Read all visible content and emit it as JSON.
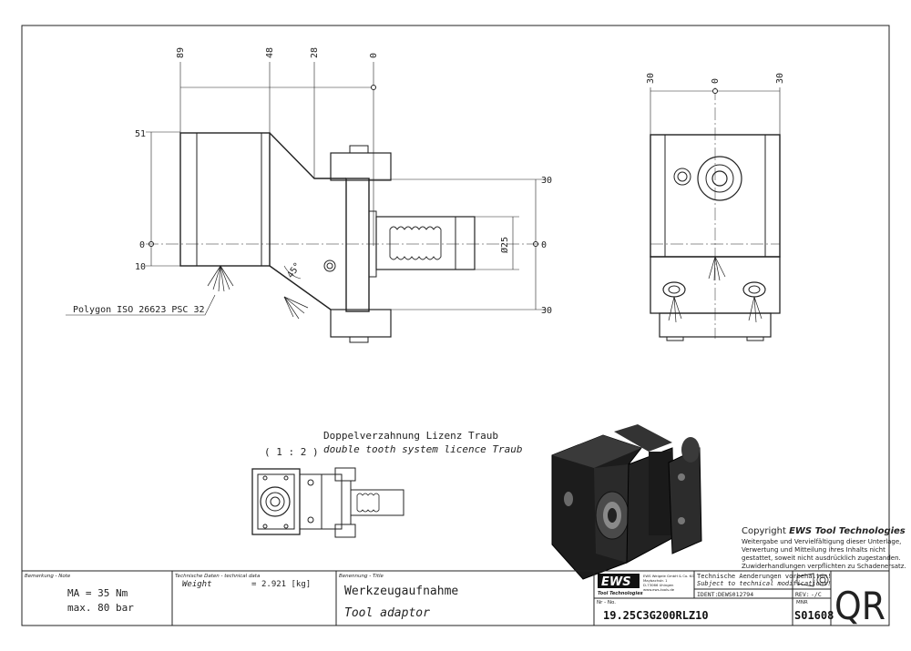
{
  "front_view": {
    "dims_top": [
      "89",
      "48",
      "28",
      "0"
    ],
    "dims_left": [
      "51",
      "0",
      "10"
    ],
    "dims_right": [
      "30",
      "0",
      "30"
    ],
    "diameter": "Ø25",
    "angle": "45°",
    "polygon_label": "Polygon ISO 26623 PSC 32"
  },
  "side_view": {
    "dims_top": [
      "30",
      "0",
      "30"
    ]
  },
  "detail": {
    "scale": "( 1 : 2 )",
    "title_de": "Doppelverzahnung Lizenz Traub",
    "title_en": "double tooth system licence Traub"
  },
  "copyright": {
    "prefix": "Copyright",
    "brand": "EWS Tool Technologies",
    "lines": [
      "Weitergabe und Vervielfältigung dieser Unterlage,",
      "Verwertung und Mitteilung ihres Inhalts nicht",
      "gestattet, soweit nicht ausdrücklich zugestanden.",
      "Zuwiderhandlungen verpflichten zu Schadenersatz."
    ]
  },
  "title_block": {
    "remark_header": "Bemerkung - Note",
    "remark_line1": "MA = 35 Nm",
    "remark_line2": "max. 80 bar",
    "tech_header": "Technische Daten - technical data",
    "weight_label": "Weight",
    "weight_eq": "=",
    "weight_value": "2.921 [kg]",
    "name_header": "Benennung - Title",
    "name_de": "Werkzeugaufnahme",
    "name_en": "Tool adaptor",
    "logo_text": "EWS",
    "logo_sub": "Tool Technologies",
    "company_lines": [
      "EWS Weigele GmbH & Co. KG",
      "Maybachstr. 1",
      "D-73066 Uhingen",
      "www.ews-tools.de"
    ],
    "change_de": "Technische Aenderungen vorbehalten!",
    "change_en": "Subject to technical modifications!",
    "ident_label": "IDENT:",
    "ident_value": "DEWS012794",
    "rev_label": "REV:",
    "rev_value": "-/C",
    "nr_header": "Nr - No.",
    "part_no": "19.25C3G200RLZ10",
    "mnr_header": "MNR",
    "mnr_value": "S01608",
    "qr_label": "QR"
  }
}
